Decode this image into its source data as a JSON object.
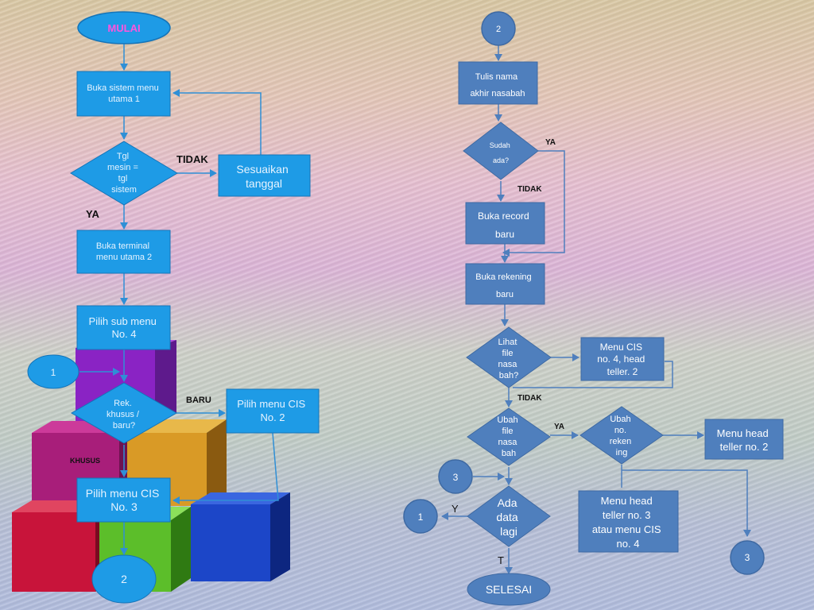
{
  "colors": {
    "left_fill": "#1e9be6",
    "left_text": "#e6f3ff",
    "left_start_text": "#ff55dd",
    "right_fill": "#4f7fbd",
    "right_stroke": "#3f6aa3",
    "right_text": "#ffffff",
    "line": "#2f8fd6"
  },
  "left": {
    "start": "MULAI",
    "step1": [
      "Buka sistem menu",
      "utama 1"
    ],
    "decision1": [
      "Tgl",
      "mesin =",
      "tgl",
      "sistem"
    ],
    "decision1_no": "TIDAK",
    "decision1_yes": "YA",
    "adjust": [
      "Sesuaikan",
      "tanggal"
    ],
    "step2": [
      "Buka terminal",
      "menu utama 2"
    ],
    "step3": [
      "Pilih sub menu",
      "No. 4"
    ],
    "connector1": "1",
    "decision2": [
      "Rek.",
      "khusus /",
      "baru?"
    ],
    "decision2_new": "BARU",
    "decision2_special": "KHUSUS",
    "menu_cis2": [
      "Pilih menu CIS",
      "No. 2"
    ],
    "menu_cis3": [
      "Pilih menu CIS",
      "No. 3"
    ],
    "connector2": "2"
  },
  "right": {
    "connector2": "2",
    "write_name": [
      "Tulis nama",
      "akhir nasabah"
    ],
    "exists": [
      "Sudah",
      "ada?"
    ],
    "exists_yes": "YA",
    "exists_no": "TIDAK",
    "new_record": [
      "Buka record",
      "baru"
    ],
    "open_account": [
      "Buka rekening",
      "baru"
    ],
    "view_file": [
      "Lihat",
      "file",
      "nasa",
      "bah?"
    ],
    "menu_cis4": [
      "Menu CIS",
      "no. 4, head",
      "teller. 2"
    ],
    "view_file_no": "TIDAK",
    "change_file": [
      "Ubah",
      "file",
      "nasa",
      "bah"
    ],
    "change_file_yes": "YA",
    "change_no": [
      "Ubah",
      "no.",
      "reken",
      "ing"
    ],
    "head_teller2": [
      "Menu head",
      "teller no. 2"
    ],
    "connector3a": "3",
    "more_data": [
      "Ada",
      "data",
      "lagi"
    ],
    "more_yes": "Y",
    "more_no": "T",
    "connector1": "1",
    "head_teller3": [
      "Menu head",
      "teller no. 3",
      "atau menu CIS",
      "no. 4"
    ],
    "connector3b": "3",
    "end": "SELESAI"
  }
}
